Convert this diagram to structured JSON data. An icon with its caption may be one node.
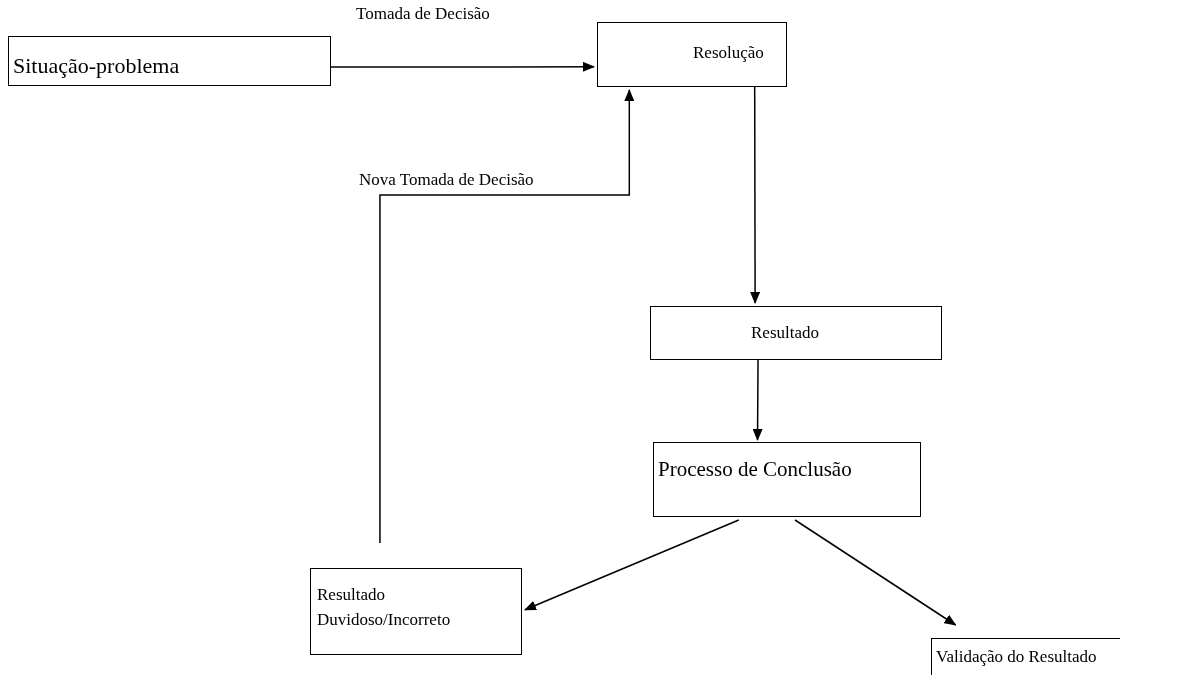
{
  "diagram": {
    "nodes": [
      {
        "text": [
          "Situação-problema"
        ]
      },
      {
        "text": [
          "Resolução"
        ]
      },
      {
        "text": [
          "Resultado"
        ]
      },
      {
        "text": [
          "Processo de Conclusão"
        ]
      },
      {
        "text": [
          "Resultado Duvidoso/Incorreto"
        ]
      },
      {
        "text": [
          "Validação do Resultado"
        ]
      }
    ],
    "edges": [
      {
        "from": 0,
        "to": 1,
        "arrow": "to",
        "label": "Tomada de Decisão"
      },
      {
        "from": 4,
        "to": 1,
        "arrow": "to",
        "label": "Nova Tomada de Decisão"
      },
      {
        "from": 1,
        "to": 2,
        "arrow": "to"
      },
      {
        "from": 2,
        "to": 3,
        "arrow": "to"
      },
      {
        "from": 3,
        "to": 4,
        "arrow": "to"
      },
      {
        "from": 3,
        "to": 5,
        "arrow": "to"
      }
    ]
  }
}
